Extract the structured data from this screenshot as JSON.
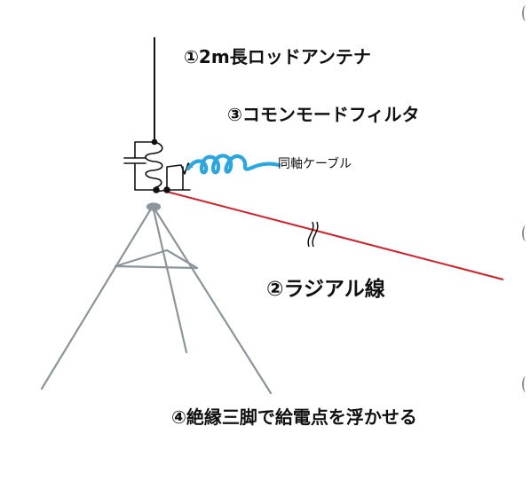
{
  "labels": {
    "antenna": "①2m長ロッドアンテナ",
    "radial": "②ラジアル線",
    "common_mode_filter": "③コモンモードフィルタ",
    "coax": "同軸ケーブル",
    "tripod": "④絶縁三脚で給電点を浮かせる"
  },
  "colors": {
    "antenna": "#111111",
    "radial": "#d0202a",
    "coax": "#2aa6e0",
    "tripod": "#8b959c",
    "text": "#111111"
  }
}
